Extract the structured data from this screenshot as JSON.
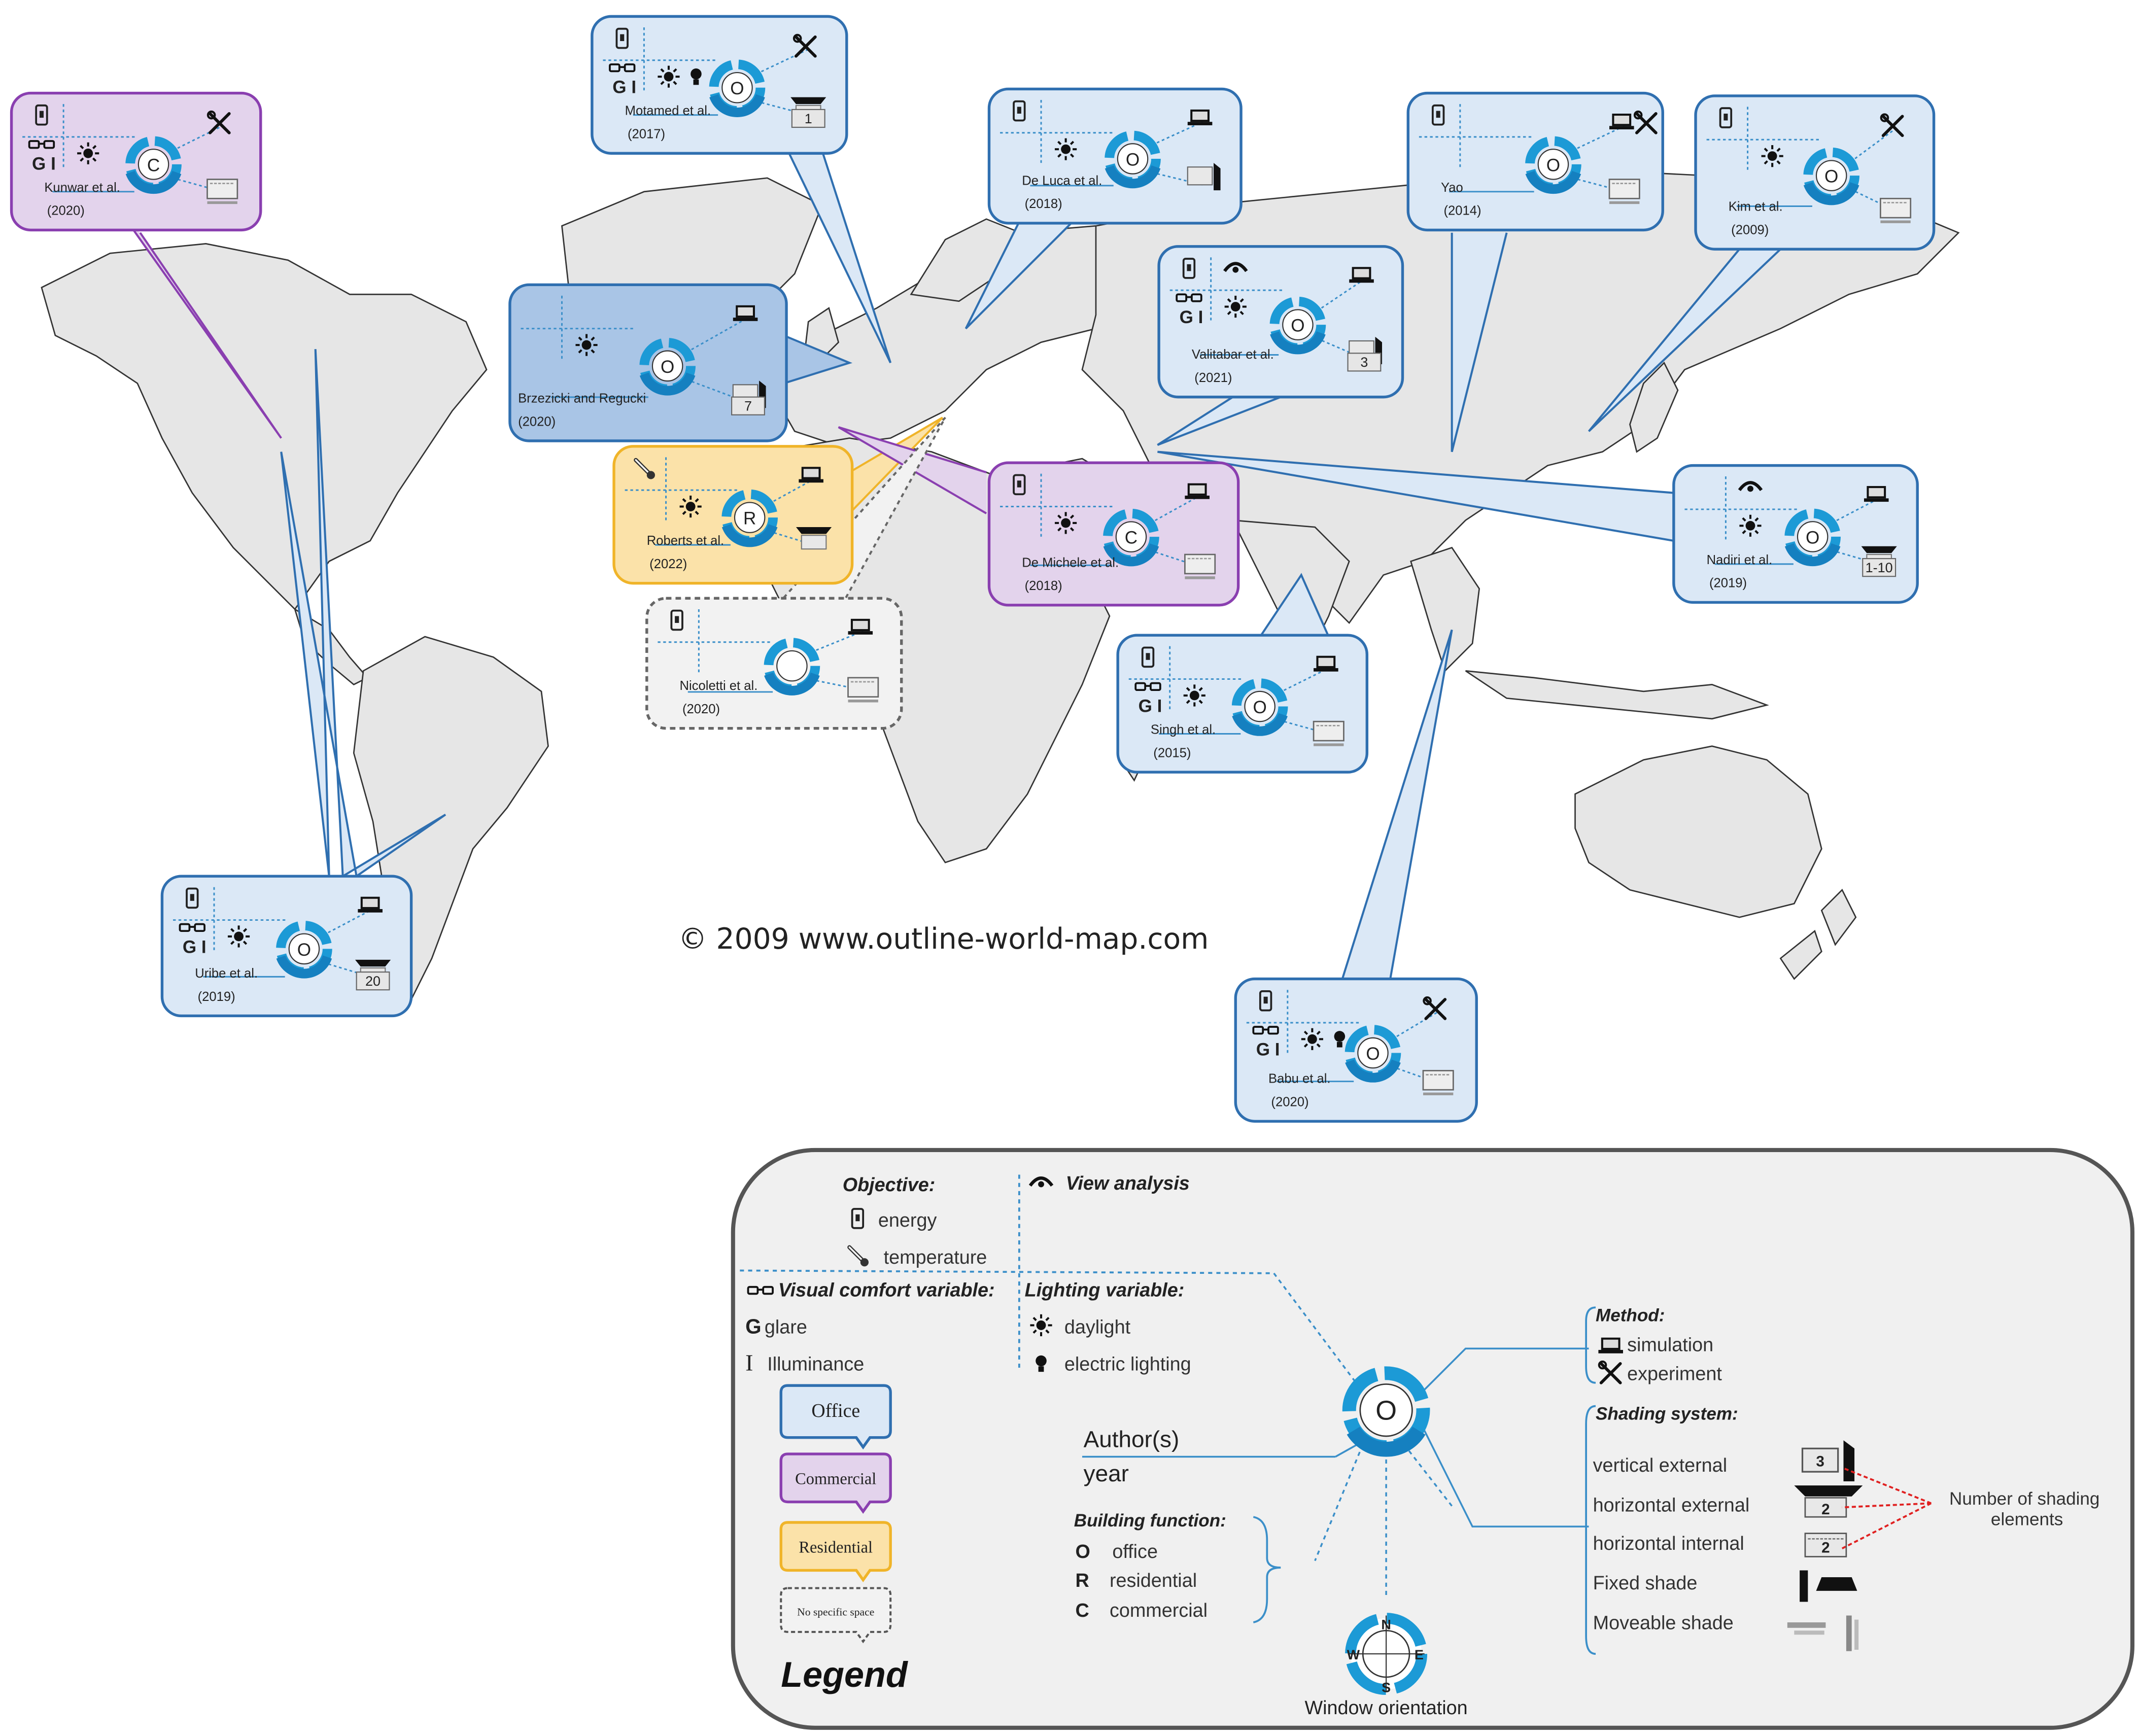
{
  "copyright": "© 2009 www.outline-world-map.com",
  "colors": {
    "office_fill": "#dbe8f6",
    "office_stroke": "#2f6fb0",
    "office_dark_fill": "#a9c5e6",
    "commercial_fill": "#e3d3ec",
    "commercial_stroke": "#8a3fb0",
    "residential_fill": "#fbe2a9",
    "residential_stroke": "#f0b429",
    "nospace_fill": "#f2f2f2",
    "nospace_stroke": "#666666",
    "land": "#e6e6e6",
    "ring": "#1c9ad6"
  },
  "studies": [
    {
      "id": "kunwar",
      "author": "Kunwar et al.",
      "year": "(2020)",
      "function": "C",
      "type": "commercial",
      "count": ""
    },
    {
      "id": "motamed",
      "author": "Motamed et al.",
      "year": "(2017)",
      "function": "O",
      "type": "office",
      "count": "1"
    },
    {
      "id": "deluca",
      "author": "De Luca et al.",
      "year": "(2018)",
      "function": "O",
      "type": "office",
      "count": ""
    },
    {
      "id": "yao",
      "author": "Yao",
      "year": "(2014)",
      "function": "O",
      "type": "office",
      "count": ""
    },
    {
      "id": "kim",
      "author": "Kim et al.",
      "year": "(2009)",
      "function": "O",
      "type": "office",
      "count": ""
    },
    {
      "id": "brzezicki",
      "author": "Brzezicki and Regucki",
      "year": "(2020)",
      "function": "O",
      "type": "office_dark",
      "count": "7"
    },
    {
      "id": "valitabar",
      "author": "Valitabar et al.",
      "year": "(2021)",
      "function": "O",
      "type": "office",
      "count": "3"
    },
    {
      "id": "roberts",
      "author": "Roberts et al.",
      "year": "(2022)",
      "function": "R",
      "type": "residential",
      "count": ""
    },
    {
      "id": "demichele",
      "author": "De Michele et al.",
      "year": "(2018)",
      "function": "C",
      "type": "commercial",
      "count": ""
    },
    {
      "id": "nadiri",
      "author": "Nadiri et al.",
      "year": "(2019)",
      "function": "O",
      "type": "office",
      "count": "1-10"
    },
    {
      "id": "nicoletti",
      "author": "Nicoletti et al.",
      "year": "(2020)",
      "function": "",
      "type": "nospace",
      "count": ""
    },
    {
      "id": "singh",
      "author": "Singh et al.",
      "year": "(2015)",
      "function": "O",
      "type": "office",
      "count": ""
    },
    {
      "id": "uribe",
      "author": "Uribe et al.",
      "year": "(2019)",
      "function": "O",
      "type": "office",
      "count": "20"
    },
    {
      "id": "babu",
      "author": "Babu et al.",
      "year": "(2020)",
      "function": "O",
      "type": "office",
      "count": ""
    }
  ],
  "legend": {
    "title": "Legend",
    "objective": {
      "heading": "Objective:",
      "energy": "energy",
      "temperature": "temperature"
    },
    "view_analysis": "View analysis",
    "visual_comfort": {
      "heading": "Visual comfort variable:",
      "glare_symbol": "G",
      "glare": "glare",
      "illuminance_symbol": "I",
      "illuminance": "Illuminance"
    },
    "lighting": {
      "heading": "Lighting variable:",
      "daylight": "daylight",
      "electric": "electric lighting"
    },
    "space_types": {
      "office": "Office",
      "commercial": "Commercial",
      "residential": "Residential",
      "nospace": "No specific space"
    },
    "author": "Author(s)",
    "year": "year",
    "center_letter": "O",
    "building_function": {
      "heading": "Building function:",
      "o_letter": "O",
      "o_label": "office",
      "r_letter": "R",
      "r_label": "residential",
      "c_letter": "C",
      "c_label": "commercial"
    },
    "method": {
      "heading": "Method:",
      "simulation": "simulation",
      "experiment": "experiment"
    },
    "shading": {
      "heading": "Shading system:",
      "vertical_external": "vertical external",
      "horizontal_external": "horizontal external",
      "horizontal_internal": "horizontal internal",
      "fixed": "Fixed shade",
      "moveable": "Moveable shade",
      "n1": "3",
      "n2": "2",
      "n3": "2"
    },
    "number_of_elements": "Number of shading elements",
    "compass": {
      "n": "N",
      "e": "E",
      "s": "S",
      "w": "W"
    },
    "window_orientation": "Window orientation"
  }
}
